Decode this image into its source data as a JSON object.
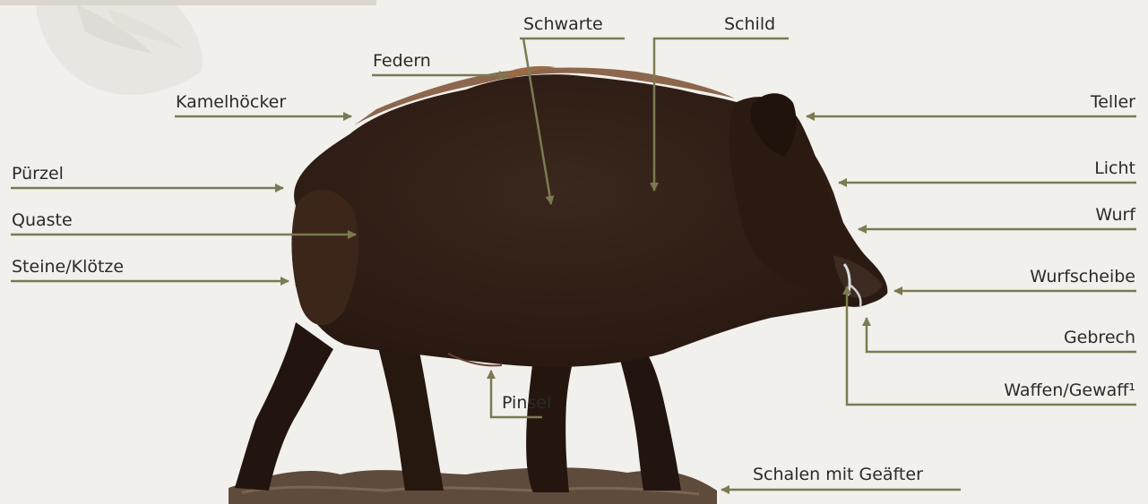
{
  "colors": {
    "background": "#f2f0ec",
    "line": "#7c7a52",
    "text": "#2a2a2a",
    "boar_dark": "#2e1d15",
    "boar_mid": "#4a3123",
    "boar_highlight": "#8a5a3a",
    "ground": "#5e4b3c"
  },
  "labels": {
    "schwarte": "Schwarte",
    "schild": "Schild",
    "federn": "Federn",
    "kamelhoecker": "Kamelhöcker",
    "teller": "Teller",
    "puerzel": "Pürzel",
    "licht": "Licht",
    "quaste": "Quaste",
    "wurf": "Wurf",
    "steine": "Steine/Klötze",
    "wurfscheibe": "Wurfscheibe",
    "gebrech": "Gebrech",
    "waffen": "Waffen/Gewaff¹",
    "pinsel": "Pinsel",
    "schalen": "Schalen mit Geäfter"
  }
}
